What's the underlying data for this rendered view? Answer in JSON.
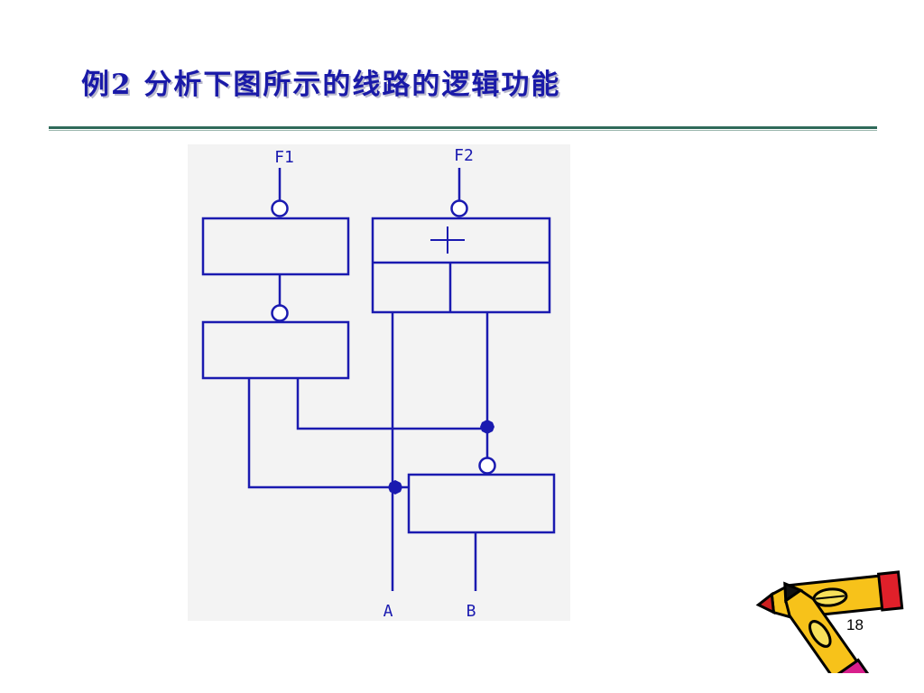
{
  "slide": {
    "title": "例2  分析下图所示的线路的逻辑功能",
    "page_number": "18"
  },
  "diagram": {
    "inputs": [
      {
        "id": "F1",
        "label": "F1"
      },
      {
        "id": "F2",
        "label": "F2"
      }
    ],
    "outputs": [
      {
        "id": "A",
        "label": "A"
      },
      {
        "id": "B",
        "label": "B"
      }
    ],
    "gates": [
      {
        "id": "g1",
        "symbol": "",
        "note": "top-left box, inverted input from F1"
      },
      {
        "id": "g2",
        "symbol": "+",
        "note": "top-right box, inverted input from F2, split lower section"
      },
      {
        "id": "g3",
        "symbol": "",
        "note": "middle-left box, inverted input from g1"
      },
      {
        "id": "g4",
        "symbol": "",
        "note": "bottom box, inverted input from junction"
      }
    ],
    "colors": {
      "wire": "#1a1ab0",
      "panel": "#f3f3f3",
      "title": "#1a1aa8"
    }
  },
  "clipart": {
    "icon": "pencil-clipart-icon"
  }
}
